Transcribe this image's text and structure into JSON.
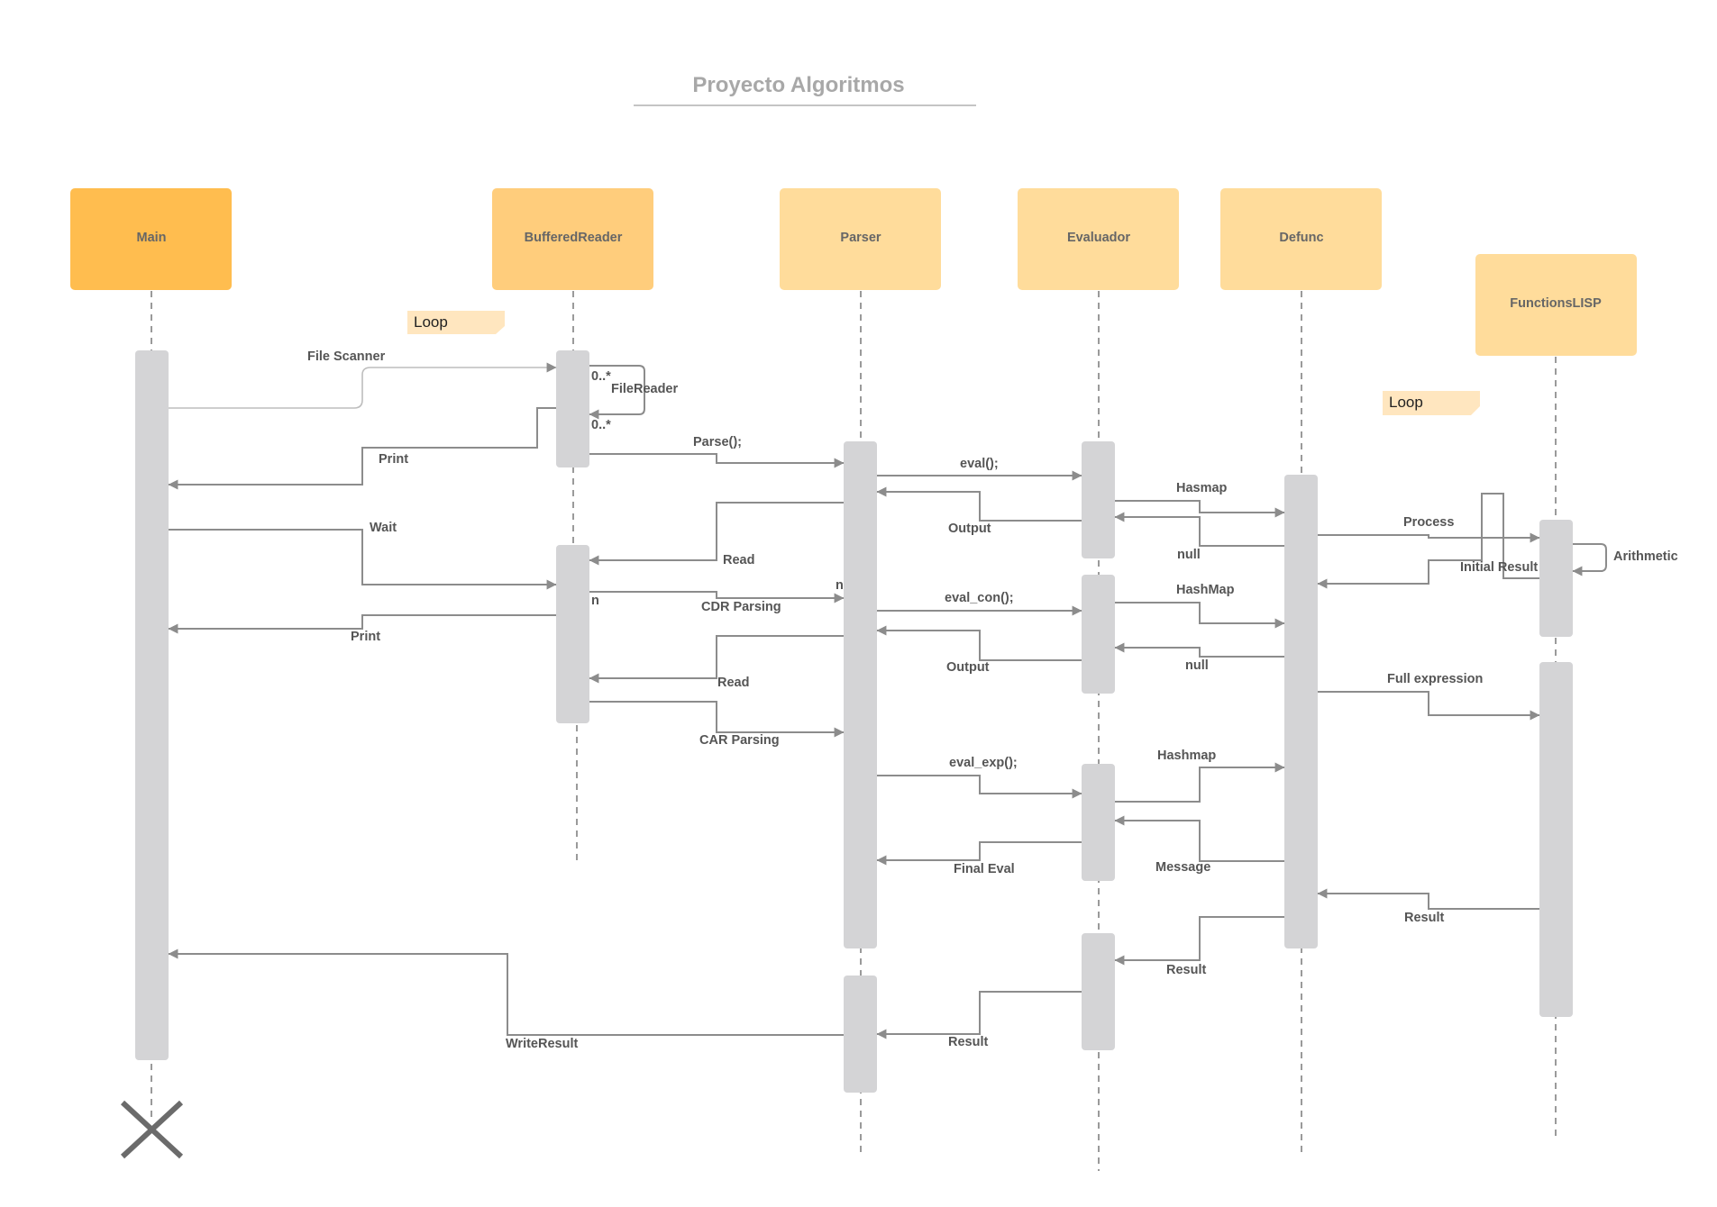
{
  "title": "Proyecto Algoritmos",
  "participants": [
    {
      "id": "main",
      "label": "Main",
      "color": "#ffbd4f"
    },
    {
      "id": "bufferedreader",
      "label": "BufferedReader",
      "color": "#ffcd7c"
    },
    {
      "id": "parser",
      "label": "Parser",
      "color": "#ffdc9b"
    },
    {
      "id": "evaluador",
      "label": "Evaluador",
      "color": "#ffdc9b"
    },
    {
      "id": "defunc",
      "label": "Defunc",
      "color": "#ffdc9b"
    },
    {
      "id": "functionslisp",
      "label": "FunctionsLISP",
      "color": "#ffdc9b"
    }
  ],
  "loops": [
    {
      "id": "loop-1",
      "label": "Loop"
    },
    {
      "id": "loop-2",
      "label": "Loop"
    }
  ],
  "messages": {
    "file_scanner": "File Scanner",
    "mult_1": "0..*",
    "filereader": "FileReader",
    "mult_2": "0..*",
    "print_1": "Print",
    "parse": "Parse();",
    "eval": "eval();",
    "hasmap": "Hasmap",
    "output_1": "Output",
    "process": "Process",
    "wait": "Wait",
    "read_1": "Read",
    "null_1": "null",
    "initial_result": "Initial Result",
    "arithmetic": "Arithmetic",
    "n_1": "n",
    "n_2": "n",
    "cdr_parsing": "CDR Parsing",
    "eval_con": "eval_con();",
    "hashmap": "HashMap",
    "print_2": "Print",
    "output_2": "Output",
    "null_2": "null",
    "full_expression": "Full expression",
    "read_2": "Read",
    "car_parsing": "CAR Parsing",
    "hashmap_2": "Hashmap",
    "eval_exp": "eval_exp();",
    "final_eval": "Final Eval",
    "message": "Message",
    "result_1": "Result",
    "result_2": "Result",
    "write_result": "WriteResult",
    "result_3": "Result"
  },
  "colors": {
    "arrow": "#8c8c8c",
    "activation": "#d4d4d6",
    "loop_fill": "#ffe6bf",
    "destroy": "#6b6b6b"
  }
}
